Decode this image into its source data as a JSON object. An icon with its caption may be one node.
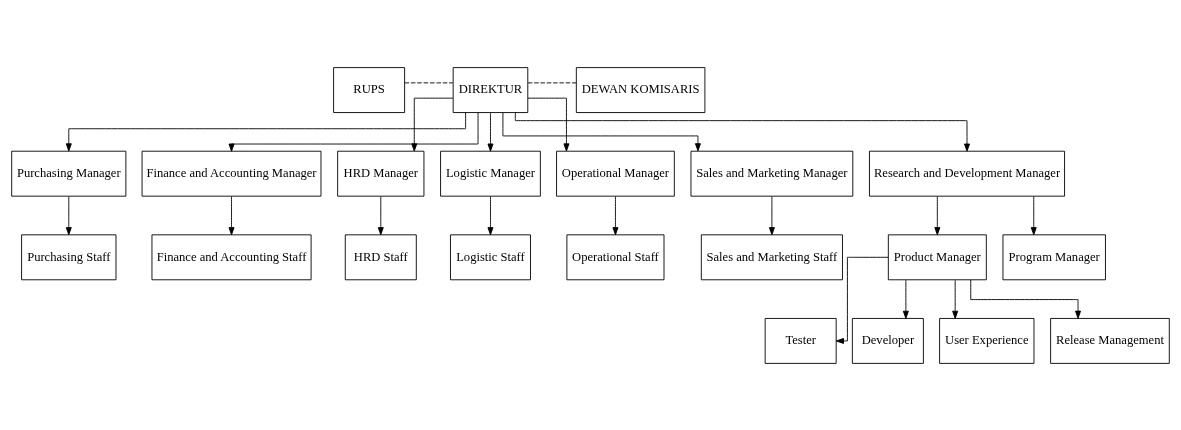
{
  "diagram": {
    "nodes": [
      {
        "text": [
          "RUPS"
        ]
      },
      {
        "text": [
          "DIREKTUR"
        ]
      },
      {
        "text": [
          "DEWAN KOMISARIS"
        ]
      },
      {
        "text": [
          "Purchasing Manager"
        ]
      },
      {
        "text": [
          "Finance and Accounting Manager"
        ]
      },
      {
        "text": [
          "HRD Manager"
        ]
      },
      {
        "text": [
          "Logistic Manager"
        ]
      },
      {
        "text": [
          "Operational Manager"
        ]
      },
      {
        "text": [
          "Sales and Marketing Manager"
        ]
      },
      {
        "text": [
          "Research and Development Manager"
        ]
      },
      {
        "text": [
          "Product Manager"
        ]
      },
      {
        "text": [
          "Program Manager"
        ]
      },
      {
        "text": [
          "Purchasing Staff"
        ]
      },
      {
        "text": [
          "Finance and Accounting Staff"
        ]
      },
      {
        "text": [
          "HRD Staff"
        ]
      },
      {
        "text": [
          "Logistic Staff"
        ]
      },
      {
        "text": [
          "Operational Staff"
        ]
      },
      {
        "text": [
          "Sales and Marketing Staff"
        ]
      },
      {
        "text": [
          "Tester"
        ]
      },
      {
        "text": [
          "Developer"
        ]
      },
      {
        "text": [
          "User Experience"
        ]
      },
      {
        "text": [
          "Release Management"
        ]
      }
    ],
    "edges": [
      {
        "from": 0,
        "to": 1,
        "arrow": "none",
        "style": "dashed"
      },
      {
        "from": 1,
        "to": 2,
        "arrow": "none",
        "style": "dashed"
      },
      {
        "from": 1,
        "to": 3,
        "arrow": "to"
      },
      {
        "from": 1,
        "to": 4,
        "arrow": "to"
      },
      {
        "from": 1,
        "to": 5,
        "arrow": "to"
      },
      {
        "from": 1,
        "to": 6,
        "arrow": "to"
      },
      {
        "from": 1,
        "to": 7,
        "arrow": "to"
      },
      {
        "from": 1,
        "to": 8,
        "arrow": "to"
      },
      {
        "from": 1,
        "to": 9,
        "arrow": "to"
      },
      {
        "from": 3,
        "to": 12,
        "arrow": "to"
      },
      {
        "from": 4,
        "to": 13,
        "arrow": "to"
      },
      {
        "from": 5,
        "to": 14,
        "arrow": "to"
      },
      {
        "from": 6,
        "to": 15,
        "arrow": "to"
      },
      {
        "from": 7,
        "to": 16,
        "arrow": "to"
      },
      {
        "from": 8,
        "to": 17,
        "arrow": "to"
      },
      {
        "from": 9,
        "to": 10,
        "arrow": "to"
      },
      {
        "from": 9,
        "to": 11,
        "arrow": "to"
      },
      {
        "from": 10,
        "to": 18,
        "arrow": "to"
      },
      {
        "from": 10,
        "to": 19,
        "arrow": "to"
      },
      {
        "from": 10,
        "to": 20,
        "arrow": "to"
      },
      {
        "from": 10,
        "to": 21,
        "arrow": "to"
      }
    ]
  }
}
